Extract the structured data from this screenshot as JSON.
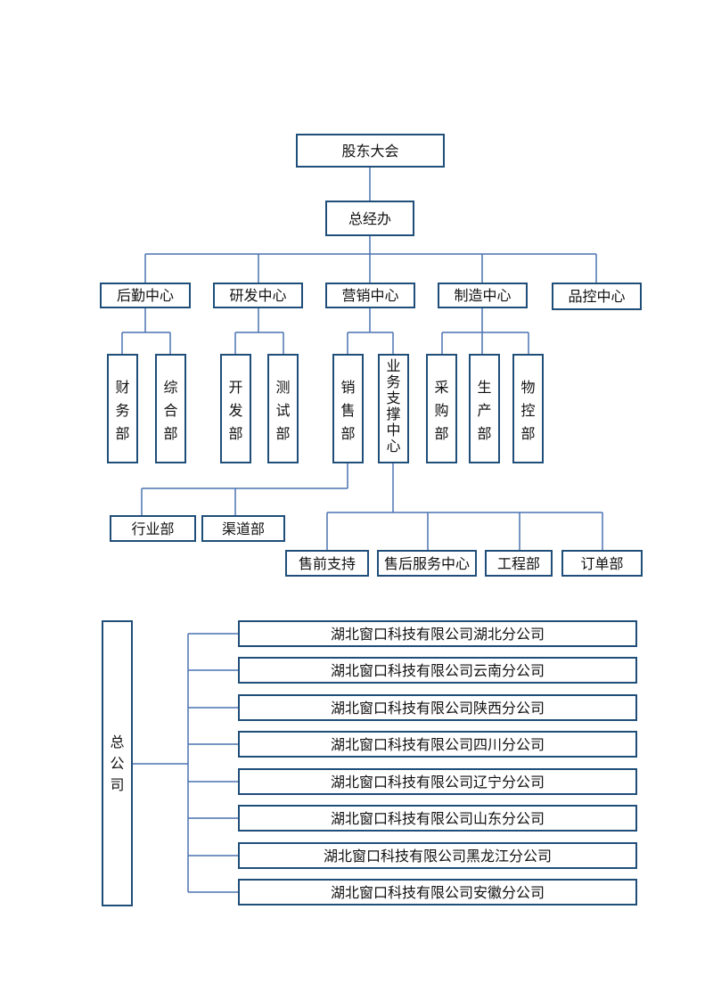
{
  "org_chart": {
    "root": "股东大会",
    "general_office": "总经办",
    "centers": {
      "logistics": "后勤中心",
      "rnd": "研发中心",
      "marketing": "营销中心",
      "manufacturing": "制造中心",
      "quality": "品控中心"
    },
    "departments": {
      "finance": "财务部",
      "general": "综合部",
      "development": "开发部",
      "testing": "测试部",
      "sales": "销售部",
      "business_support": "业务支撑中心",
      "purchasing": "采购部",
      "production": "生产部",
      "materials": "物控部"
    },
    "sales_units": {
      "industry": "行业部",
      "channel": "渠道部"
    },
    "support_units": {
      "presales": "售前支持",
      "aftersales": "售后服务中心",
      "engineering": "工程部",
      "orders": "订单部"
    }
  },
  "branches": {
    "head_office": "总公司",
    "items": [
      "湖北窗口科技有限公司湖北分公司",
      "湖北窗口科技有限公司云南分公司",
      "湖北窗口科技有限公司陕西分公司",
      "湖北窗口科技有限公司四川分公司",
      "湖北窗口科技有限公司辽宁分公司",
      "湖北窗口科技有限公司山东分公司",
      "湖北窗口科技有限公司黑龙江分公司",
      "湖北窗口科技有限公司安徽分公司"
    ]
  }
}
